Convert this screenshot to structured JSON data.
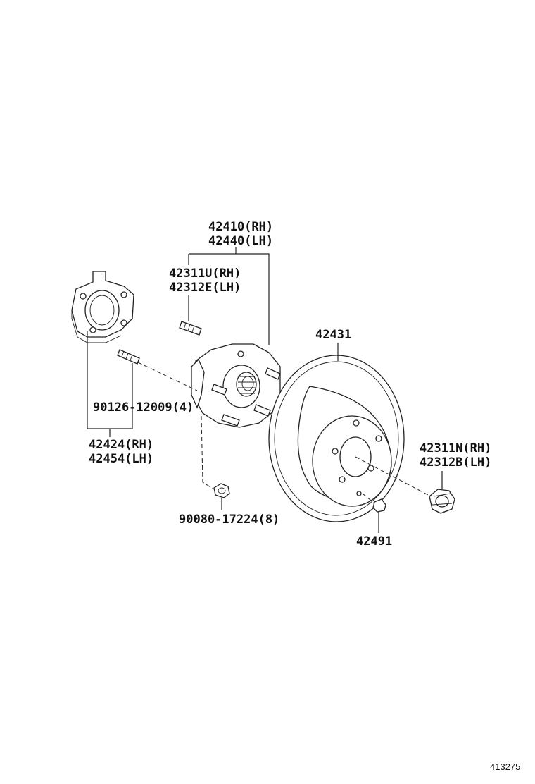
{
  "parts": {
    "hub_rh": "42410(RH)",
    "hub_lh": "42440(LH)",
    "bolt_rh": "42311U(RH)",
    "bolt_lh": "42312E(LH)",
    "disc": "42431",
    "stud": "90126-12009(4)",
    "retainer_rh": "42424(RH)",
    "retainer_lh": "42454(LH)",
    "nut_rh": "42311N(RH)",
    "nut_lh": "42312B(LH)",
    "hub_nut": "90080-17224(8)",
    "plug": "42491"
  },
  "figure_number": "413275"
}
